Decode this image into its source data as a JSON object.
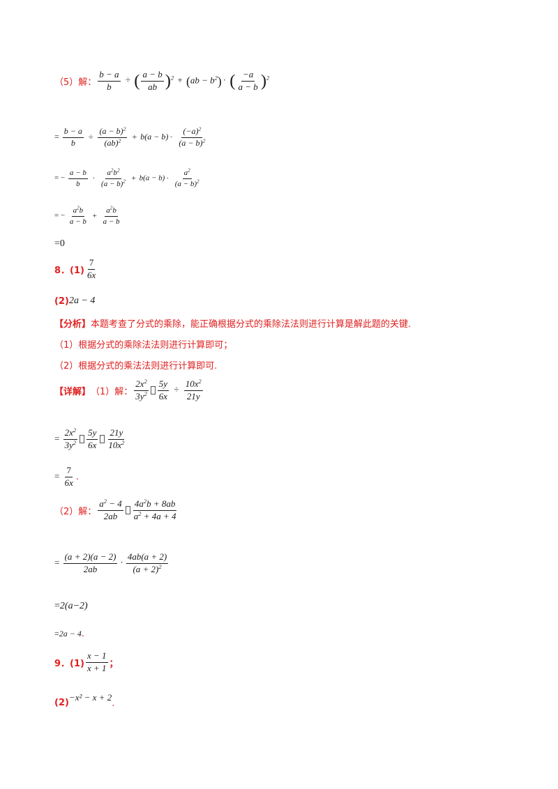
{
  "labels": {
    "p5": "（5）解：",
    "q8_1": "8．(1)",
    "q8_2": "(2)",
    "analysis_tag": "【分析】",
    "analysis_text": "本题考查了分式的乘除，能正确根据分式的乘除法法则进行计算是解此题的关键.",
    "note1": "（1）根据分式的乘除法法则进行计算即可；",
    "note2": "（2）根据分式的乘法法则进行计算即可.",
    "detail_tag": "【详解】",
    "detail_1": "（1）解：",
    "detail_2": "（2）解：",
    "q9_1": "9．(1)",
    "q9_2": "(2)",
    "semicolon": "；",
    "period": "."
  },
  "answers": {
    "q8_2": "2a − 4",
    "q8_result_2": "2(a−2)",
    "q8_final_2": "2a − 4",
    "zero": "0",
    "q9_2": "−x² − x + 2"
  }
}
